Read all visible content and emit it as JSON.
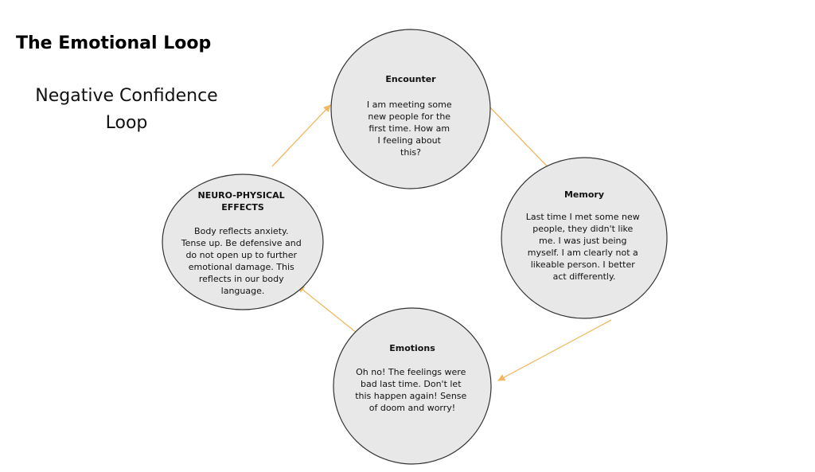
{
  "title": "The Emotional Loop",
  "subtitle": [
    "Negative Confidence",
    "Loop"
  ],
  "colors": {
    "node_fill": "#e8e8e8",
    "node_stroke": "#333333",
    "arrow": "#f0b860",
    "text": "#111111"
  },
  "nodes": [
    {
      "id": "encounter",
      "title": [
        "Encounter"
      ],
      "body": [
        "I am meeting some",
        "new people for the",
        "first time. How am",
        "I feeling about",
        "this?"
      ]
    },
    {
      "id": "memory",
      "title": [
        "Memory"
      ],
      "body": [
        "Last time I met some new",
        "people, they didn't like",
        "me. I was just being",
        "myself. I am clearly not a",
        "likeable person. I better",
        "act differently."
      ]
    },
    {
      "id": "emotions",
      "title": [
        "Emotions"
      ],
      "body": [
        "Oh no! The feelings were",
        "bad last time. Don't let",
        "this happen again! Sense",
        "of doom and worry!"
      ]
    },
    {
      "id": "neuro-physical",
      "title": [
        "NEURO-PHYSICAL",
        "EFFECTS"
      ],
      "body": [
        "Body reflects anxiety.",
        "Tense up. Be defensive and",
        "do not open up to further",
        "emotional damage. This",
        "reflects in our body",
        "language."
      ]
    }
  ],
  "edges": [
    {
      "from": "encounter",
      "to": "memory"
    },
    {
      "from": "memory",
      "to": "emotions"
    },
    {
      "from": "emotions",
      "to": "neuro-physical"
    },
    {
      "from": "neuro-physical",
      "to": "encounter"
    }
  ]
}
